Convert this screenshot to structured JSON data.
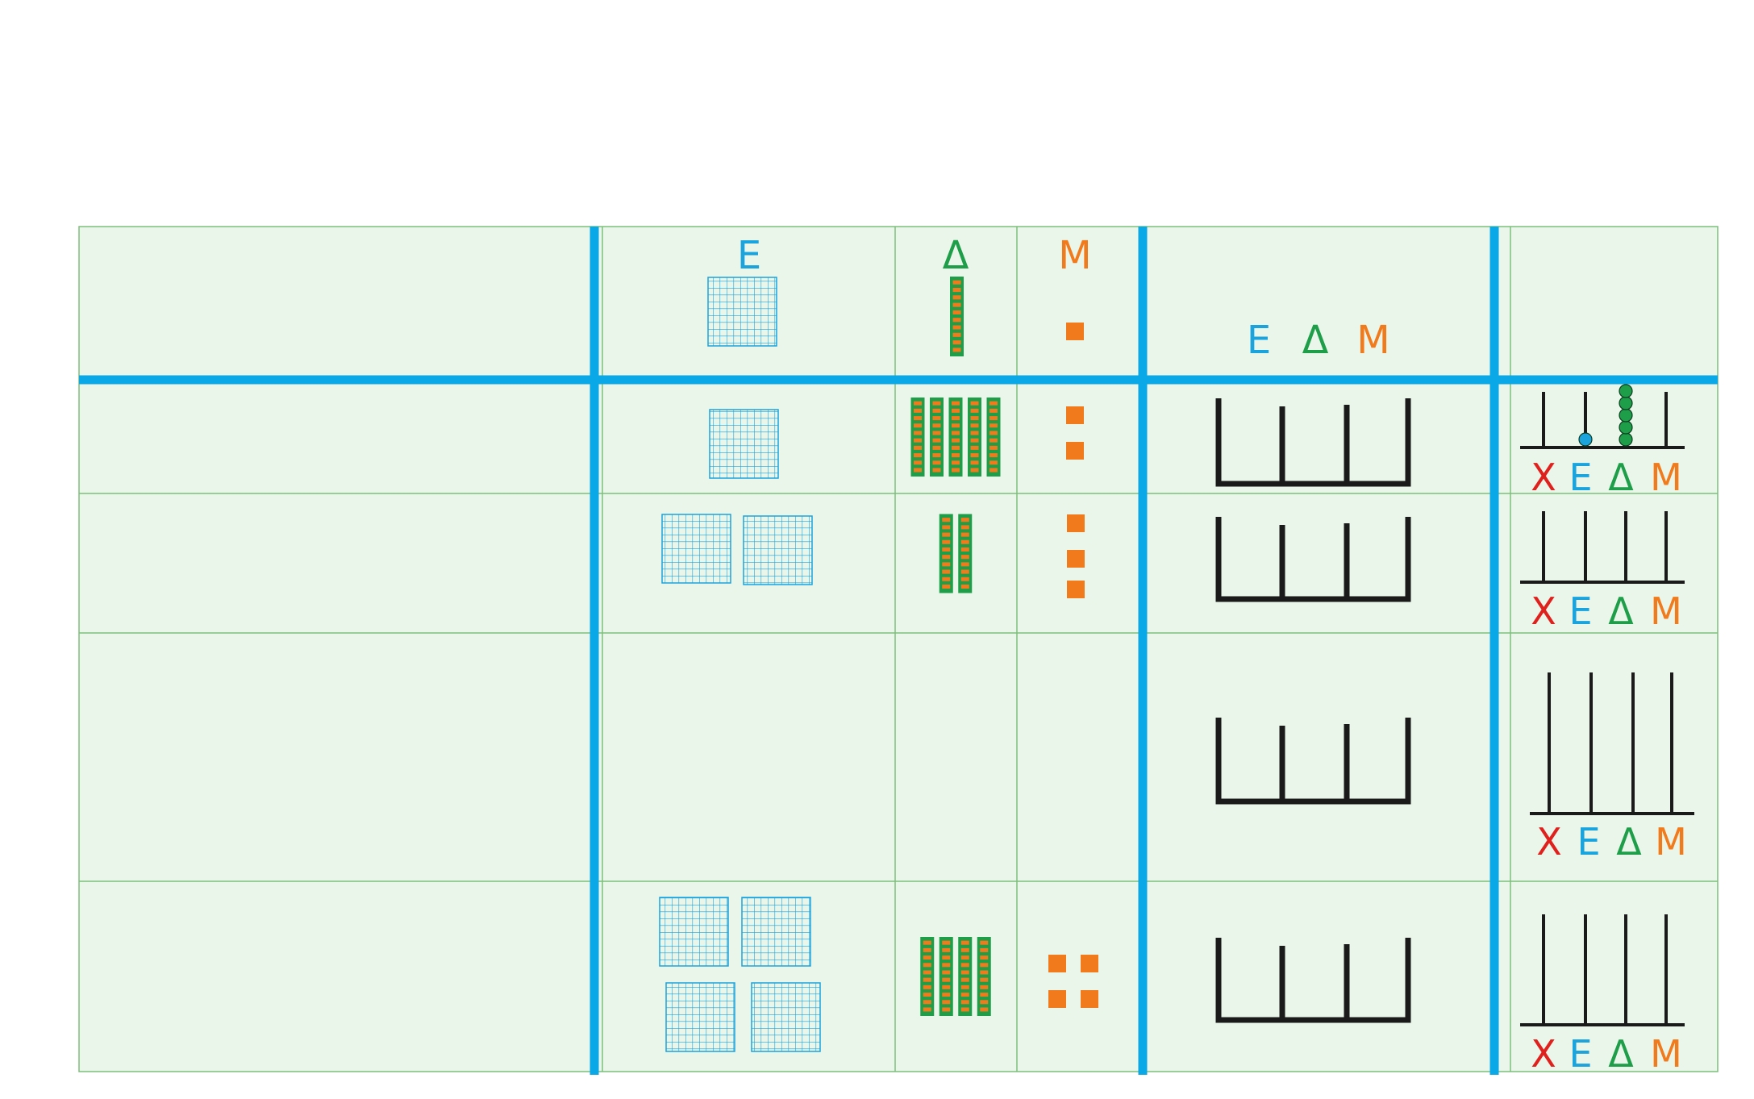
{
  "colors": {
    "background": "#ffffff",
    "panel": "#eaf6ea",
    "thin_line": "#7cbf7c",
    "thick_line": "#0aa8e6",
    "hundreds": "#1aa3dc",
    "tens": "#1e9e48",
    "tens_inner": "#f07a1c",
    "ones": "#f07a1c",
    "thousands": "#e0201c",
    "abacus": "#1a1a1a"
  },
  "header": {
    "hundreds_label": "Ε",
    "tens_label": "Δ",
    "ones_label": "Μ",
    "place_value_labels": [
      "Ε",
      "Δ",
      "Μ"
    ]
  },
  "abacus_labels": [
    "Χ",
    "Ε",
    "Δ",
    "Μ"
  ],
  "rows": [
    {
      "hundreds": 1,
      "tens": 5,
      "ones": 2,
      "abacus_beads": [
        0,
        1,
        5,
        0
      ]
    },
    {
      "hundreds": 2,
      "tens": 2,
      "ones": 3,
      "abacus_beads": [
        0,
        0,
        0,
        0
      ]
    },
    {
      "hundreds": 0,
      "tens": 0,
      "ones": 0,
      "abacus_beads": [
        0,
        0,
        0,
        0
      ]
    },
    {
      "hundreds": 4,
      "tens": 4,
      "ones": 4,
      "abacus_beads": [
        0,
        0,
        0,
        0
      ]
    }
  ],
  "icons": [
    "hundreds-flat-icon",
    "tens-rod-icon",
    "ones-cube-icon",
    "place-value-box-icon",
    "abacus-icon",
    "bead-icon"
  ]
}
